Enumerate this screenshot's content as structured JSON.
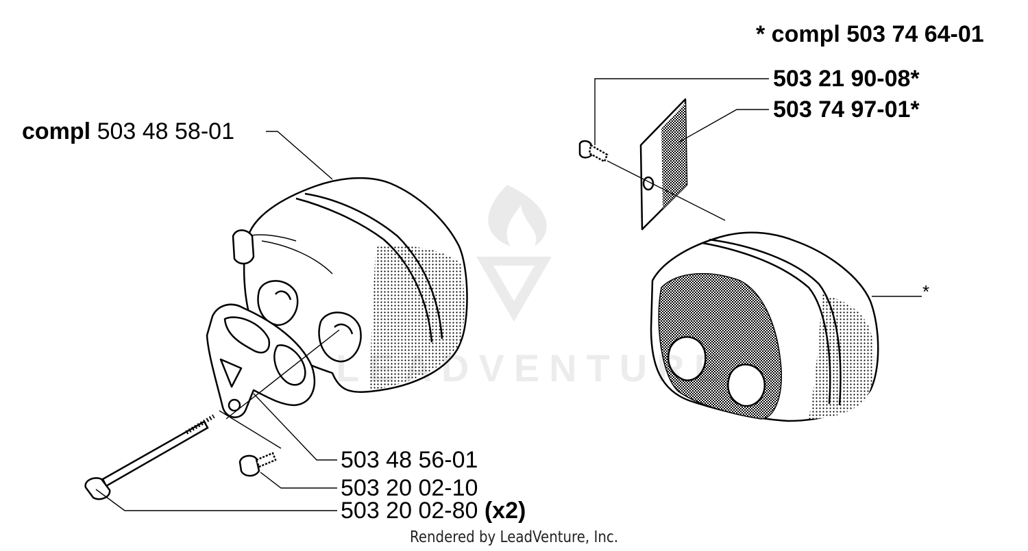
{
  "labels": {
    "top_set": {
      "prefix": "* compl",
      "number": "503 74 64-01"
    },
    "screw_top": {
      "number": "503 21 90-08",
      "suffix": "*"
    },
    "screen": {
      "number": "503 74 97-01",
      "suffix": "*"
    },
    "muffler_left": {
      "prefix": "compl",
      "number": "503 48 58-01"
    },
    "muffler_right": {
      "number": "*"
    },
    "gasket": {
      "number": "503 48 56-01"
    },
    "bolt_short": {
      "number": "503 20 02-10"
    },
    "bolt_long": {
      "number": "503 20 02-80",
      "qty": "(x2)"
    }
  },
  "footer": "Rendered by LeadVenture, Inc.",
  "watermark": "LEADVENTURE",
  "colors": {
    "line": "#000000",
    "background": "#ffffff",
    "watermark": "#e6e6e6"
  }
}
